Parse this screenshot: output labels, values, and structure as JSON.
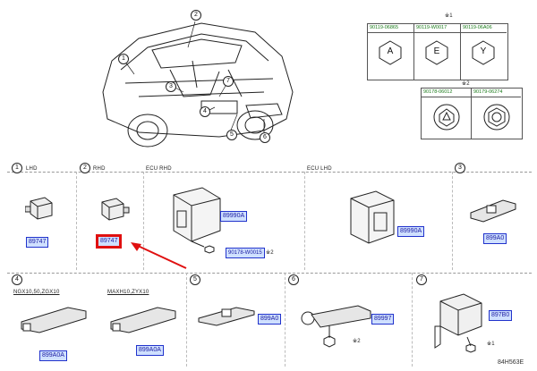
{
  "car_callouts": [
    "2",
    "1",
    "3",
    "7",
    "4",
    "5",
    "6"
  ],
  "fastener_table_top": {
    "note": "※1",
    "parts": [
      {
        "code": "90119-06865",
        "letter": "A"
      },
      {
        "code": "90119-W0017",
        "letter": "E"
      },
      {
        "code": "90119-06A06",
        "letter": "Y"
      }
    ]
  },
  "fastener_table_bottom": {
    "note": "※2",
    "parts": [
      {
        "code": "90178-06012"
      },
      {
        "code": "90179-06274"
      }
    ]
  },
  "sections": {
    "s1": {
      "num": "1",
      "label": "LHD",
      "part": "89747"
    },
    "s2": {
      "num": "2",
      "label": "RHD",
      "part": "89747"
    },
    "ecu_rhd": {
      "label": "ECU  RHD",
      "part": "89990A",
      "fastener": "90178-W0015",
      "fastener_note": "※2"
    },
    "ecu_lhd": {
      "label": "ECU  LHD",
      "part": "89990A"
    },
    "s3": {
      "num": "3",
      "part": "899A0"
    },
    "s4": {
      "num": "4",
      "sub_left": "NGX10,50,ZGX10",
      "sub_right": "MAXH10,ZYX10",
      "part_left": "899A0A",
      "part_right": "899A0A"
    },
    "s5": {
      "num": "5",
      "part": "899A0"
    },
    "s6": {
      "num": "6",
      "part": "89997",
      "note": "※2"
    },
    "s7": {
      "num": "7",
      "part": "897B0",
      "note": "※1"
    }
  },
  "diagram_code": "84H563E"
}
